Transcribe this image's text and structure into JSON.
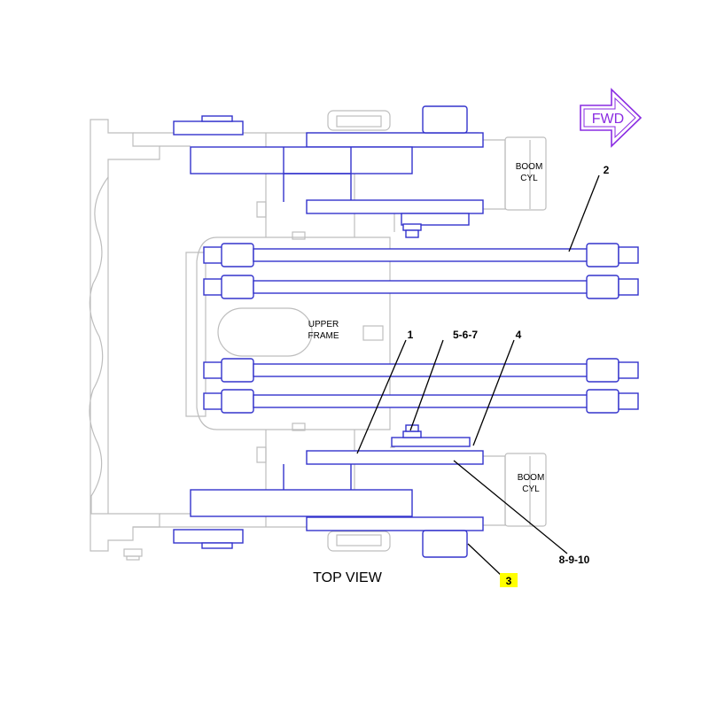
{
  "direction_arrow": {
    "text": "FWD",
    "color": "#8a2be2"
  },
  "view_title": "TOP VIEW",
  "labels": {
    "boom_cyl_top_line1": "BOOM",
    "boom_cyl_top_line2": "CYL",
    "boom_cyl_bottom_line1": "BOOM",
    "boom_cyl_bottom_line2": "CYL",
    "upper_frame_line1": "UPPER",
    "upper_frame_line2": "FRAME"
  },
  "callouts": {
    "c1": "1",
    "c2": "2",
    "c3": "3",
    "c4": "4",
    "c567": "5-6-7",
    "c8910": "8-9-10"
  },
  "colors": {
    "part_outline": "#3333cc",
    "ghost_outline": "#bdbdbd",
    "highlight": "#ffff00",
    "leader": "#000000"
  }
}
